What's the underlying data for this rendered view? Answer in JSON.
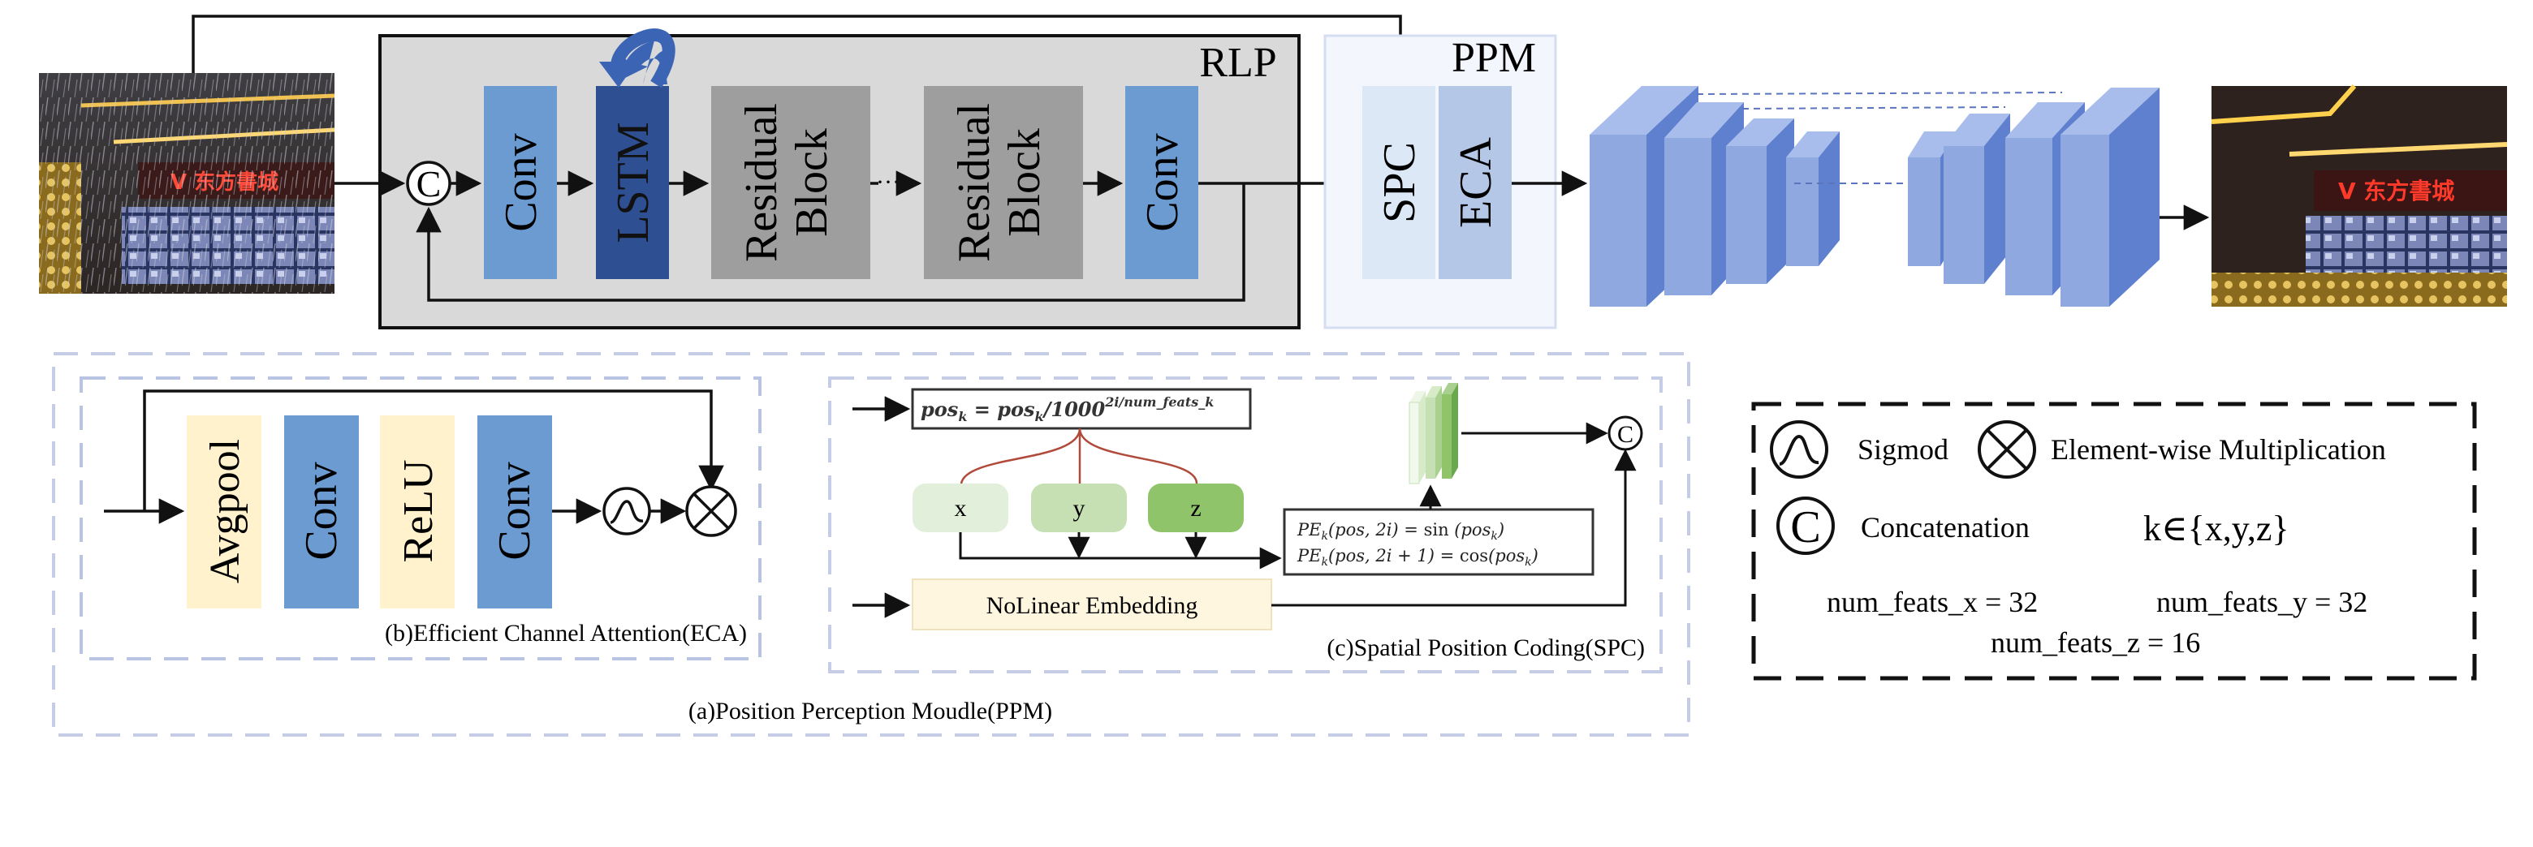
{
  "rlp": {
    "title": "RLP",
    "blocks": {
      "conv1": "Conv",
      "lstm": "LSTM",
      "res1": "Residual Block",
      "res2": "Residual Block",
      "conv2": "Conv"
    },
    "ellipsis": "·····"
  },
  "ppm": {
    "title": "PPM",
    "blocks": {
      "spc": "SPC",
      "eca": "ECA"
    }
  },
  "eca": {
    "blocks": {
      "avgpool": "Avgpool",
      "conv1": "Conv",
      "relu": "ReLU",
      "conv2": "Conv"
    },
    "caption": "(b)Efficient Channel Attention(ECA)"
  },
  "spc": {
    "formula_top": "pos_k = pos_k / 1000^(2i/num_feats_k)",
    "coords": [
      "x",
      "y",
      "z"
    ],
    "formula_sin": "PE_k(pos, 2i) = sin(pos_k)",
    "formula_cos": "PE_k(pos, 2i + 1) = cos(pos_k)",
    "embedding": "NoLinear Embedding",
    "caption": "(c)Spatial Position Coding(SPC)"
  },
  "ppm_caption": "(a)Position Perception Moudle(PPM)",
  "legend": {
    "sigmoid": "Sigmod",
    "mult": "Element-wise Multiplication",
    "concat": "Concatenation",
    "k_set": "k∈{x,y,z}",
    "feats_x": "num_feats_x = 32",
    "feats_y": "num_feats_y = 32",
    "feats_z": "num_feats_z = 16",
    "concat_symbol": "C"
  },
  "colors": {
    "conv_blue": "#6b9bd1",
    "lstm_blue": "#2f4f93",
    "residual_gray": "#9e9e9e",
    "rlp_bg": "#d9d9d9",
    "spc_fill": "#dce8f5",
    "eca_fill": "#b4c7e7",
    "unet_front": "#8fa9e0",
    "avgpool_fill": "#fff2cc",
    "coord_green": [
      "#e2efda",
      "#c6e0b4",
      "#8fc46a"
    ],
    "embed_fill": "#fff6e0",
    "dashed_outline": "#c5cde6"
  }
}
